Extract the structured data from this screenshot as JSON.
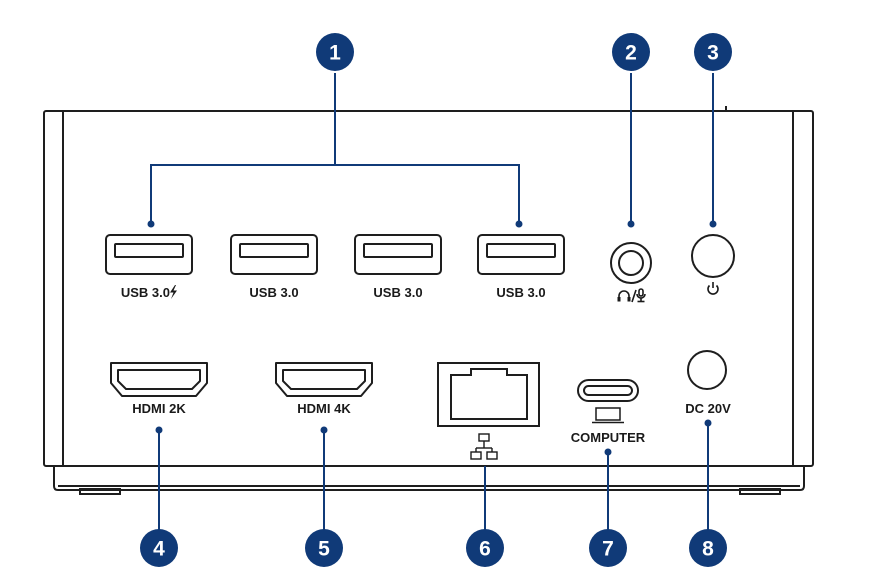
{
  "ports": {
    "usb1": "USB 3.0",
    "usb2": "USB 3.0",
    "usb3": "USB 3.0",
    "usb4": "USB 3.0",
    "hdmi2k": "HDMI 2K",
    "hdmi4k": "HDMI 4K",
    "computer": "COMPUTER",
    "dc": "DC 20V"
  },
  "callouts": [
    "1",
    "2",
    "3",
    "4",
    "5",
    "6",
    "7",
    "8"
  ],
  "colors": {
    "callout": "#103a78",
    "outline": "#1e1e1e"
  },
  "icons": {
    "usb_charge": "lightning-icon",
    "audio": "headset-mic-icon",
    "power": "power-icon",
    "ethernet": "network-icon",
    "computer": "laptop-icon"
  }
}
